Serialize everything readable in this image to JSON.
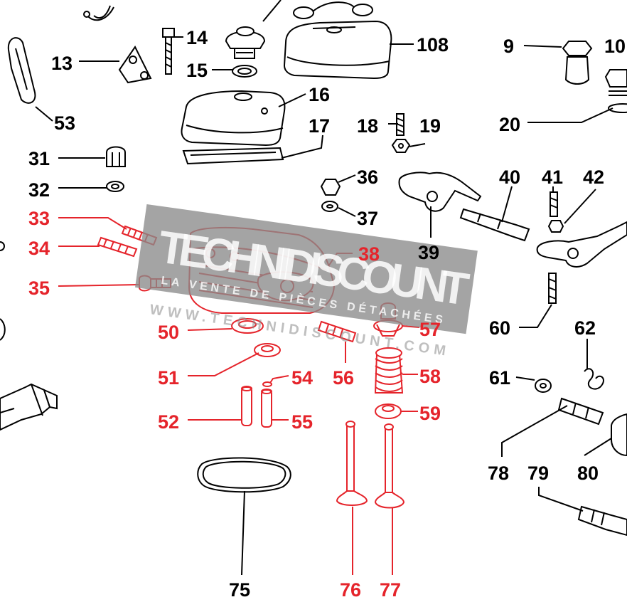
{
  "colors": {
    "highlight": "#e5242b",
    "normal": "#000000",
    "watermark": "#8a8a8a"
  },
  "watermark": {
    "brand": "TECHNIDISCOUNT",
    "tagline": "LA VENTE DE PIÈCES DÉTACHÉES",
    "url": "WWW.TECHNIDISCOUNT.COM"
  },
  "callouts": [
    {
      "id": "c108",
      "label": "108",
      "highlighted": false
    },
    {
      "id": "c9",
      "label": "9",
      "highlighted": false
    },
    {
      "id": "c10",
      "label": "10",
      "highlighted": false
    },
    {
      "id": "c14",
      "label": "14",
      "highlighted": false
    },
    {
      "id": "c13",
      "label": "13",
      "highlighted": false
    },
    {
      "id": "c15",
      "label": "15",
      "highlighted": false
    },
    {
      "id": "c53",
      "label": "53",
      "highlighted": false
    },
    {
      "id": "c16",
      "label": "16",
      "highlighted": false
    },
    {
      "id": "c17",
      "label": "17",
      "highlighted": false
    },
    {
      "id": "c18",
      "label": "18",
      "highlighted": false
    },
    {
      "id": "c19",
      "label": "19",
      "highlighted": false
    },
    {
      "id": "c20",
      "label": "20",
      "highlighted": false
    },
    {
      "id": "c31",
      "label": "31",
      "highlighted": false
    },
    {
      "id": "c32",
      "label": "32",
      "highlighted": false
    },
    {
      "id": "c36",
      "label": "36",
      "highlighted": false
    },
    {
      "id": "c37",
      "label": "37",
      "highlighted": false
    },
    {
      "id": "c40",
      "label": "40",
      "highlighted": false
    },
    {
      "id": "c41",
      "label": "41",
      "highlighted": false
    },
    {
      "id": "c42",
      "label": "42",
      "highlighted": false
    },
    {
      "id": "c39",
      "label": "39",
      "highlighted": false
    },
    {
      "id": "c60",
      "label": "60",
      "highlighted": false
    },
    {
      "id": "c62",
      "label": "62",
      "highlighted": false
    },
    {
      "id": "c61",
      "label": "61",
      "highlighted": false
    },
    {
      "id": "c78",
      "label": "78",
      "highlighted": false
    },
    {
      "id": "c79",
      "label": "79",
      "highlighted": false
    },
    {
      "id": "c80",
      "label": "80",
      "highlighted": false
    },
    {
      "id": "c75",
      "label": "75",
      "highlighted": false
    },
    {
      "id": "c33",
      "label": "33",
      "highlighted": true
    },
    {
      "id": "c34",
      "label": "34",
      "highlighted": true
    },
    {
      "id": "c35",
      "label": "35",
      "highlighted": true
    },
    {
      "id": "c38",
      "label": "38",
      "highlighted": true
    },
    {
      "id": "c50",
      "label": "50",
      "highlighted": true
    },
    {
      "id": "c51",
      "label": "51",
      "highlighted": true
    },
    {
      "id": "c52",
      "label": "52",
      "highlighted": true
    },
    {
      "id": "c54",
      "label": "54",
      "highlighted": true
    },
    {
      "id": "c55",
      "label": "55",
      "highlighted": true
    },
    {
      "id": "c56",
      "label": "56",
      "highlighted": true
    },
    {
      "id": "c57",
      "label": "57",
      "highlighted": true
    },
    {
      "id": "c58",
      "label": "58",
      "highlighted": true
    },
    {
      "id": "c59",
      "label": "59",
      "highlighted": true
    },
    {
      "id": "c76",
      "label": "76",
      "highlighted": true
    },
    {
      "id": "c77",
      "label": "77",
      "highlighted": true
    }
  ]
}
